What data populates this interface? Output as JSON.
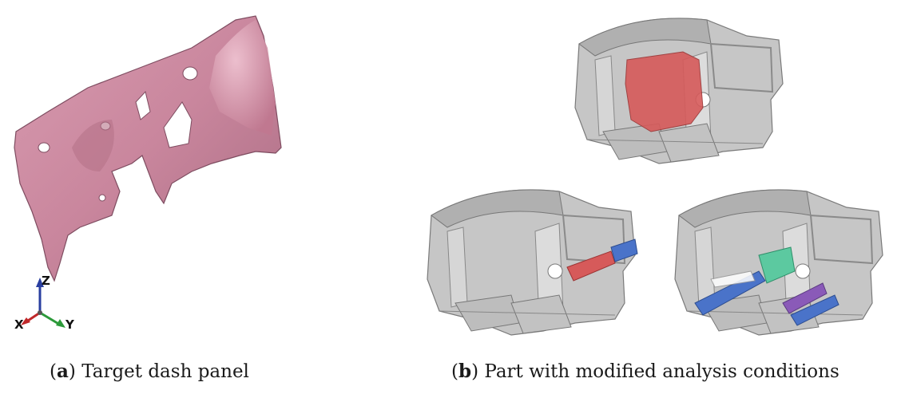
{
  "figure": {
    "caption_a": {
      "letter": "a",
      "text": "Target dash panel"
    },
    "caption_b": {
      "letter": "b",
      "text": "Part with modified analysis conditions"
    },
    "triad": {
      "z": "Z",
      "x": "X",
      "y": "Y"
    }
  },
  "colors": {
    "panel_pink": "#c9869d",
    "highlight_red": "#d65a5a",
    "highlight_blue": "#4a73c9",
    "highlight_green": "#5cc9a0",
    "highlight_purple": "#8a5ab8",
    "body_grey": "#bcbcbc"
  }
}
